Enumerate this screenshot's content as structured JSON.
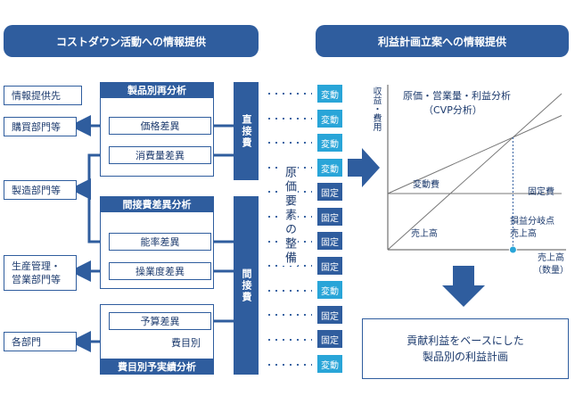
{
  "headers": {
    "left": "コストダウン活動への情報提供",
    "right": "利益計画立案への情報提供"
  },
  "destinations": {
    "info_dest": "情報提供先",
    "purchasing": "購買部門等",
    "manufacturing": "製造部門等",
    "production_sales_line1": "生産管理・",
    "production_sales_line2": "営業部門等",
    "departments": "各部門"
  },
  "panels": {
    "product_analysis": {
      "title": "製品別再分析",
      "items": [
        "価格差異",
        "消費量差異"
      ]
    },
    "indirect_analysis": {
      "title": "間接費差異分析",
      "items": [
        "能率差異",
        "操業度差異"
      ]
    },
    "expense_analysis": {
      "title": "費目別予実績分析",
      "items": [
        "予算差異"
      ],
      "note": "費目別"
    }
  },
  "cost_bars": {
    "direct": "直接費",
    "indirect": "間接費"
  },
  "vertical_caption": "原価要素の整備",
  "behavior_tags": [
    "変動",
    "変動",
    "変動",
    "変動",
    "固定",
    "固定",
    "固定",
    "固定",
    "変動",
    "固定",
    "固定",
    "変動"
  ],
  "cvp": {
    "title_line1": "原価・営業量・利益分析",
    "title_line2": "（CVP分析）",
    "ylabel": "収益・費用",
    "xlabel_line1": "売上高",
    "xlabel_line2": "（数量）",
    "variable_cost_label": "変動費",
    "fixed_cost_label": "固定費",
    "sales_label": "売上高",
    "bep_line1": "損益分岐点",
    "bep_line2": "売上高"
  },
  "chart_data": {
    "type": "line",
    "title": "原価・営業量・利益分析（CVP分析）",
    "xlabel": "売上高（数量）",
    "ylabel": "収益・費用",
    "series": [
      {
        "name": "売上高",
        "points": [
          [
            0,
            0
          ],
          [
            10,
            10
          ]
        ]
      },
      {
        "name": "変動費",
        "points": [
          [
            0,
            3.6
          ],
          [
            10,
            8.6
          ]
        ]
      },
      {
        "name": "固定費",
        "points": [
          [
            0,
            3.6
          ],
          [
            10,
            3.6
          ]
        ]
      }
    ],
    "break_even_x": 7.2,
    "xlim": [
      0,
      10
    ],
    "ylim": [
      0,
      10
    ],
    "grid": false
  },
  "result": {
    "line1": "貢献利益をベースにした",
    "line2": "製品別の利益計画"
  },
  "colors": {
    "primary": "#2f5d9e",
    "variable": "#29a5d8",
    "text": "#1d3b6e"
  }
}
